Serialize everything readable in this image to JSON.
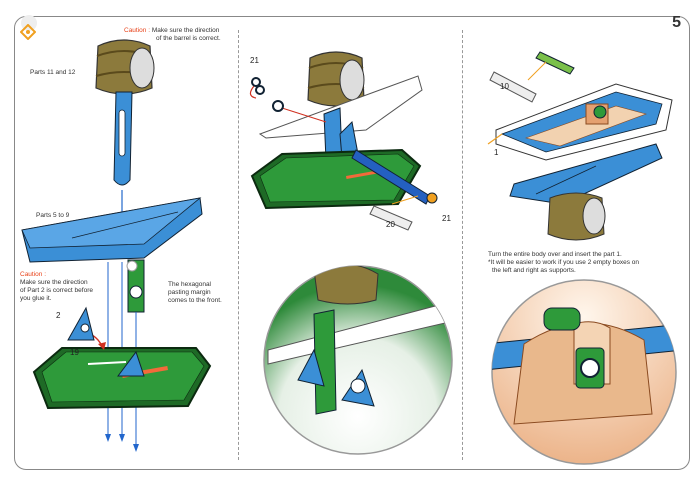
{
  "page_number": "5",
  "col1": {
    "caution_label": "Caution :",
    "caution_text_line1": "Make sure the direction",
    "caution_text_line2": "of the barrel is correct.",
    "parts_11_12": "Parts 11 and 12",
    "parts_5_9": "Parts 5 to 9",
    "caution2_label": "Caution :",
    "caution2_line1": "Make sure the direction",
    "caution2_line2": "of Part 2 is correct before",
    "caution2_line3": "you glue it.",
    "hex_note_line1": "The hexagonal",
    "hex_note_line2": "pasting margin",
    "hex_note_line3": "comes to the front.",
    "part2": "2",
    "part19": "19"
  },
  "col2": {
    "part21_top": "21",
    "part21_bottom": "21",
    "part20": "20"
  },
  "col3": {
    "part10": "10",
    "part1": "1",
    "instr_line1": "Turn the entire body over and insert the part 1.",
    "instr_line2": "*It will be easier to work if you use 2 empty boxes on",
    "instr_line3": "the left and right as supports."
  },
  "colors": {
    "caution": "#e8441c",
    "blue": "#3b8fd6",
    "green": "#2e9a3a",
    "wood": "#9a8a4a",
    "arrow": "#f0a020"
  }
}
